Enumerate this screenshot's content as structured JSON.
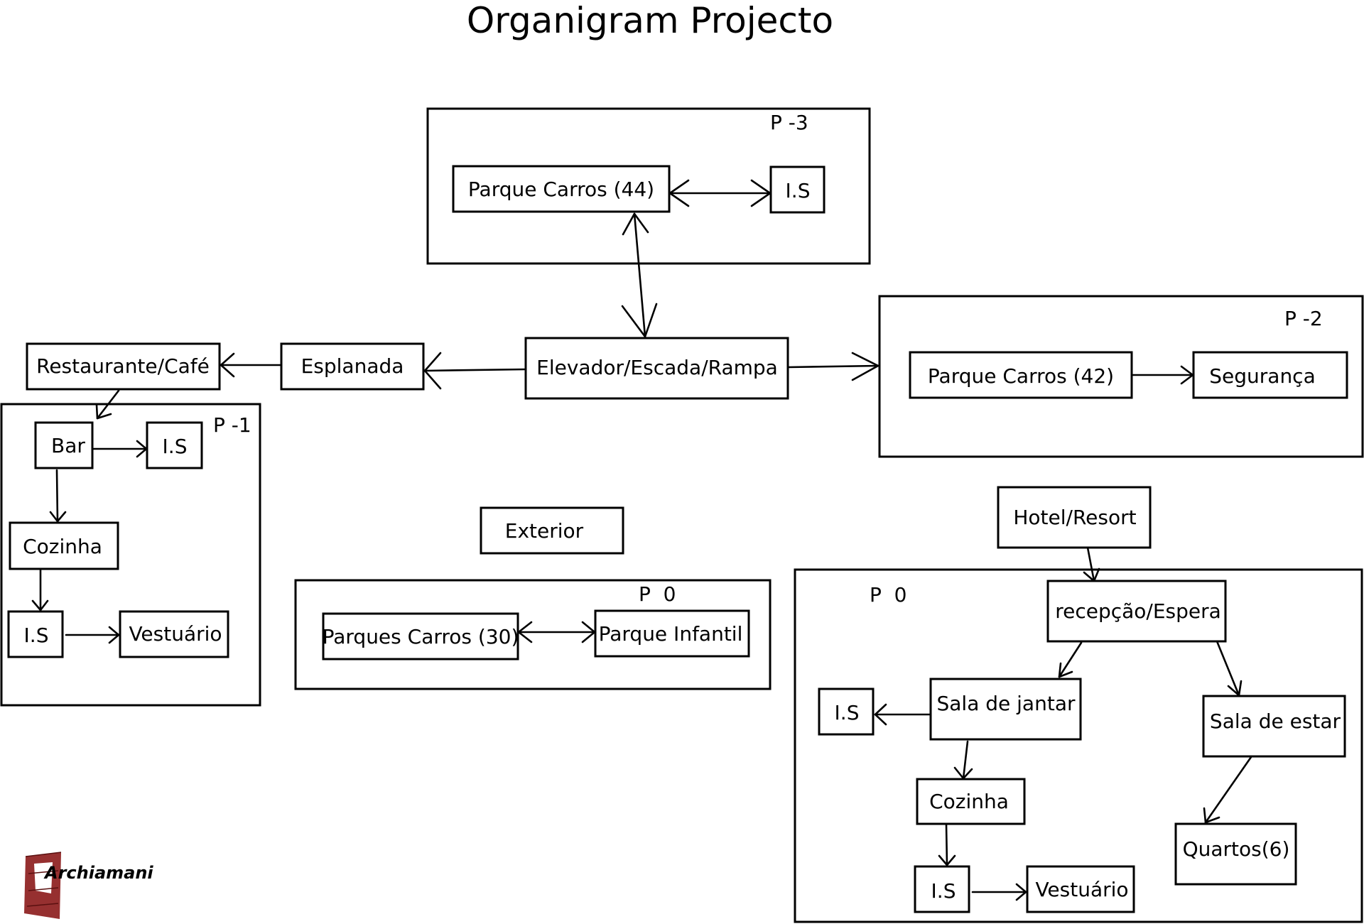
{
  "title": "Organigram Projecto",
  "logo_text": "Archiamani",
  "colors": {
    "stroke": "#000000",
    "background": "#ffffff",
    "logo_red": "#8b1a1a"
  },
  "levels": {
    "p3": "P -3",
    "p2": "P -2",
    "p1": "P -1",
    "p0_exterior": "P  0",
    "p0_hotel": "P  0"
  },
  "nodes": {
    "parque_carros_44": "Parque Carros (44)",
    "is_p3": "I.S",
    "elevador": "Elevador/Escada/Rampa",
    "esplanada": "Esplanada",
    "restaurante": "Restaurante/Café",
    "parque_carros_42": "Parque Carros (42)",
    "seguranca": "Segurança",
    "bar": "Bar",
    "is_bar": "I.S",
    "cozinha_p1": "Cozinha",
    "is_p1": "I.S",
    "vestuario_p1": "Vestuário",
    "exterior": "Exterior",
    "parques_carros_30": "Parques Carros (30)",
    "parque_infantil": "Parque Infantil",
    "hotel": "Hotel/Resort",
    "recepcao": "recepção/Espera",
    "sala_jantar": "Sala de jantar",
    "is_jantar": "I.S",
    "sala_estar": "Sala de estar",
    "cozinha_p0": "Cozinha",
    "quartos": "Quartos(6)",
    "is_p0": "I.S",
    "vestuario_p0": "Vestuário"
  }
}
